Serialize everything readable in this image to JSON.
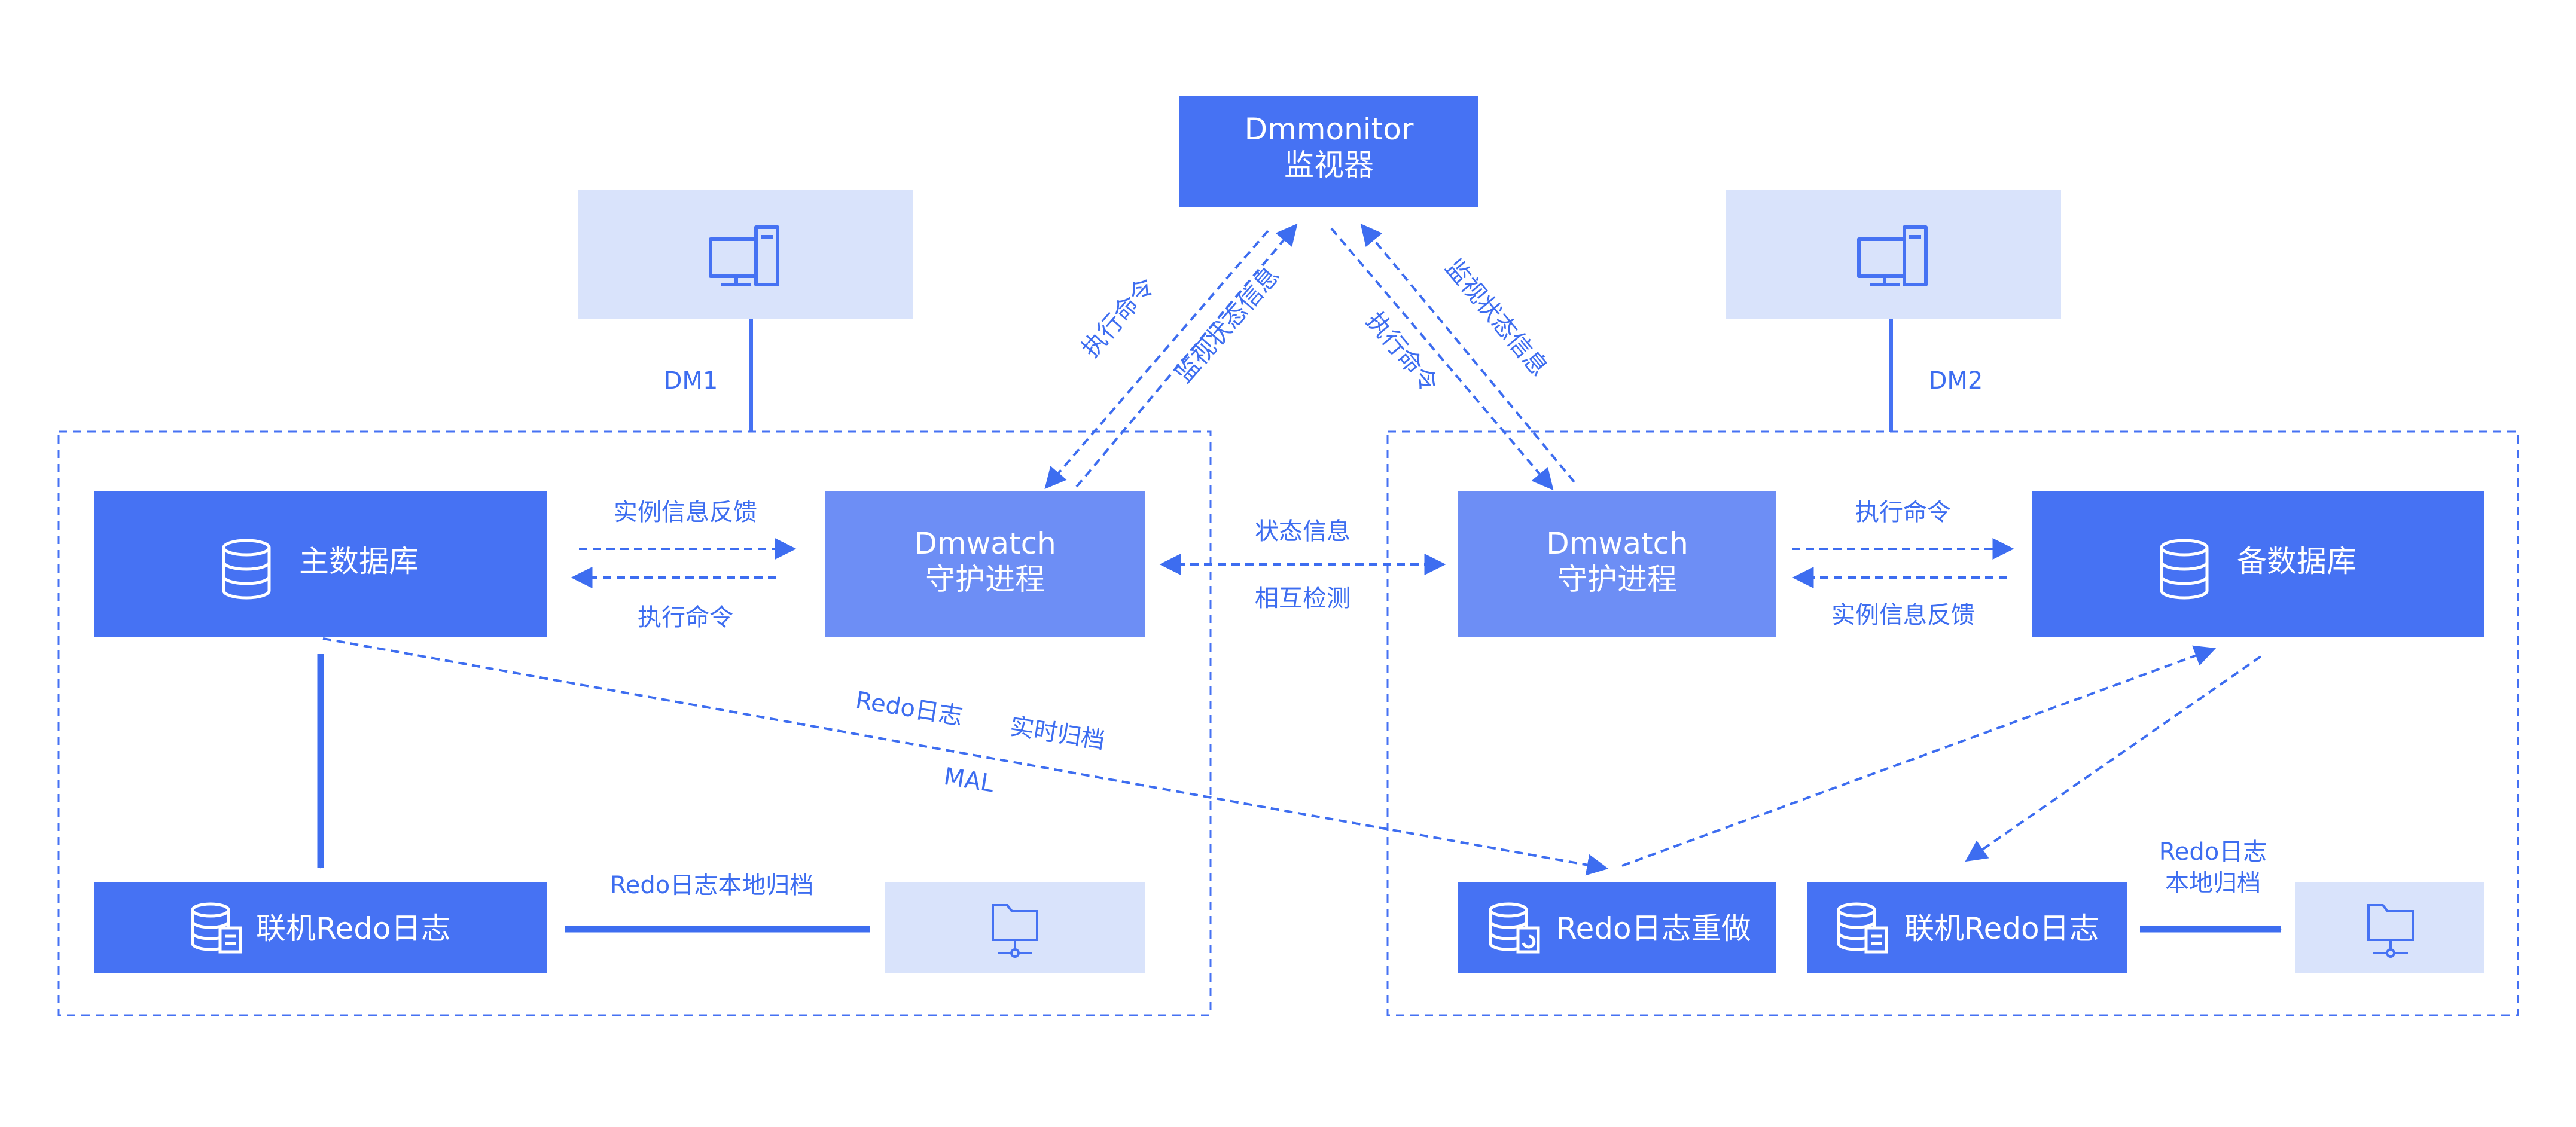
{
  "colors": {
    "primary": "#4672f3",
    "light": "#d9e3fb",
    "mid": "#6d8ef5",
    "stroke": "#3d6df0"
  },
  "monitor": {
    "line1": "Dmmonitor",
    "line2": "监视器"
  },
  "nodes": {
    "dm1": {
      "label": "DM1",
      "icon": "computer-icon"
    },
    "dm2": {
      "label": "DM2",
      "icon": "computer-icon"
    }
  },
  "left": {
    "main_db": "主数据库",
    "dmwatch_line1": "Dmwatch",
    "dmwatch_line2": "守护进程",
    "online_redo": "联机Redo日志",
    "feedback_label": "实例信息反馈",
    "exec_label": "执行命令",
    "archive_label": "Redo日志本地归档",
    "archive_icon": "folder-network-icon"
  },
  "right": {
    "standby_db": "备数据库",
    "dmwatch_line1": "Dmwatch",
    "dmwatch_line2": "守护进程",
    "redo_replay": "Redo日志重做",
    "online_redo": "联机Redo日志",
    "exec_label": "执行命令",
    "feedback_label": "实例信息反馈",
    "archive_label_line1": "Redo日志",
    "archive_label_line2": "本地归档",
    "archive_icon": "folder-network-icon"
  },
  "links": {
    "mon_left_exec": "执行命令",
    "mon_left_status": "监视状态信息",
    "mon_right_status": "监视状态信息",
    "mon_right_exec": "执行命令",
    "watch_status": "状态信息",
    "watch_detect": "相互检测",
    "redo_log": "Redo日志",
    "realtime_archive": "实时归档",
    "mal": "MAL"
  }
}
